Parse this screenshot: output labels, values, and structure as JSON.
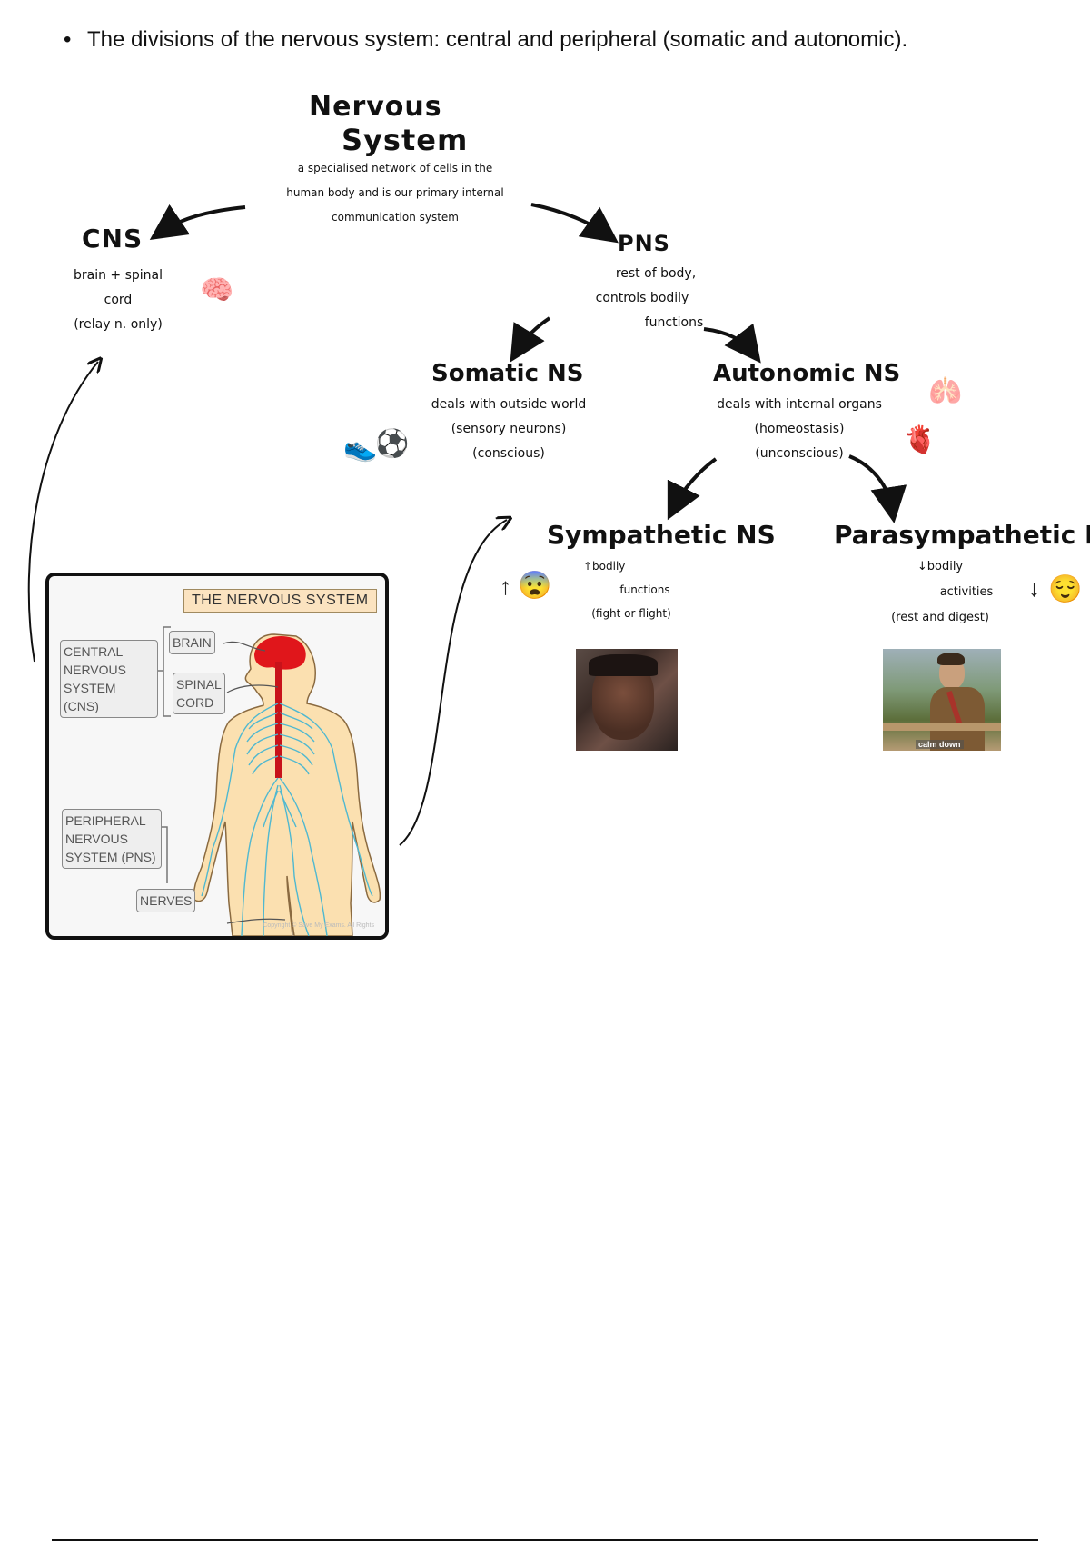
{
  "header": {
    "bullet": "•",
    "text": "The divisions of the nervous system: central and peripheral (somatic and autonomic)."
  },
  "nodes": {
    "nervous_system": {
      "title_line1": "Nervous",
      "title_line2": "System",
      "desc": [
        "a specialised network of cells in the",
        "human body and is our primary internal",
        "communication system"
      ]
    },
    "cns": {
      "title": "CNS",
      "desc": [
        "brain + spinal",
        "cord",
        "(relay n. only)"
      ],
      "icon": "brain-emoji"
    },
    "pns": {
      "title": "PNS",
      "desc": [
        "rest of body,",
        "controls bodily",
        "functions"
      ]
    },
    "somatic": {
      "title": "Somatic NS",
      "desc": [
        "deals with outside world",
        "(sensory neurons)",
        "(conscious)"
      ],
      "icons": [
        "sneaker-emoji",
        "soccer-ball-emoji"
      ]
    },
    "autonomic": {
      "title": "Autonomic NS",
      "desc": [
        "deals with internal organs",
        "(homeostasis)",
        "(unconscious)"
      ],
      "icons": [
        "lungs-emoji",
        "anatomical-heart-emoji"
      ]
    },
    "sympathetic": {
      "title": "Sympathetic NS",
      "desc": [
        "↑bodily",
        "functions",
        "(fight or flight)"
      ],
      "indicator": "↑",
      "icon": "fearful-face-emoji",
      "photo": "startled-man-photo"
    },
    "parasympathetic": {
      "title": "Parasympathetic NS",
      "desc": [
        "↓bodily",
        "activities",
        "(rest and digest)"
      ],
      "indicator": "↓",
      "icon": "relieved-face-emoji",
      "photo": "relaxed-man-on-bench-photo",
      "photo_caption": "calm down"
    }
  },
  "emoji": {
    "brain": "🧠",
    "sneaker": "👟",
    "soccer": "⚽",
    "lungs": "🫁",
    "heart": "🫀",
    "fearful": "😨",
    "relieved": "😌"
  },
  "diagram": {
    "title": "THE NERVOUS SYSTEM",
    "labels": {
      "cns": [
        "CENTRAL",
        "NERVOUS",
        "SYSTEM (CNS)"
      ],
      "brain": "BRAIN",
      "spinal_cord": [
        "SPINAL",
        "CORD"
      ],
      "pns": [
        "PERIPHERAL",
        "NERVOUS",
        "SYSTEM (PNS)"
      ],
      "nerves": "NERVES"
    },
    "copyright": "Copyright © Save My Exams. All Rights",
    "colors": {
      "skin": "#fbe0b0",
      "brain": "#e0161b",
      "nerves": "#4fb8d0",
      "title_bg": "#fbe3c0"
    }
  }
}
